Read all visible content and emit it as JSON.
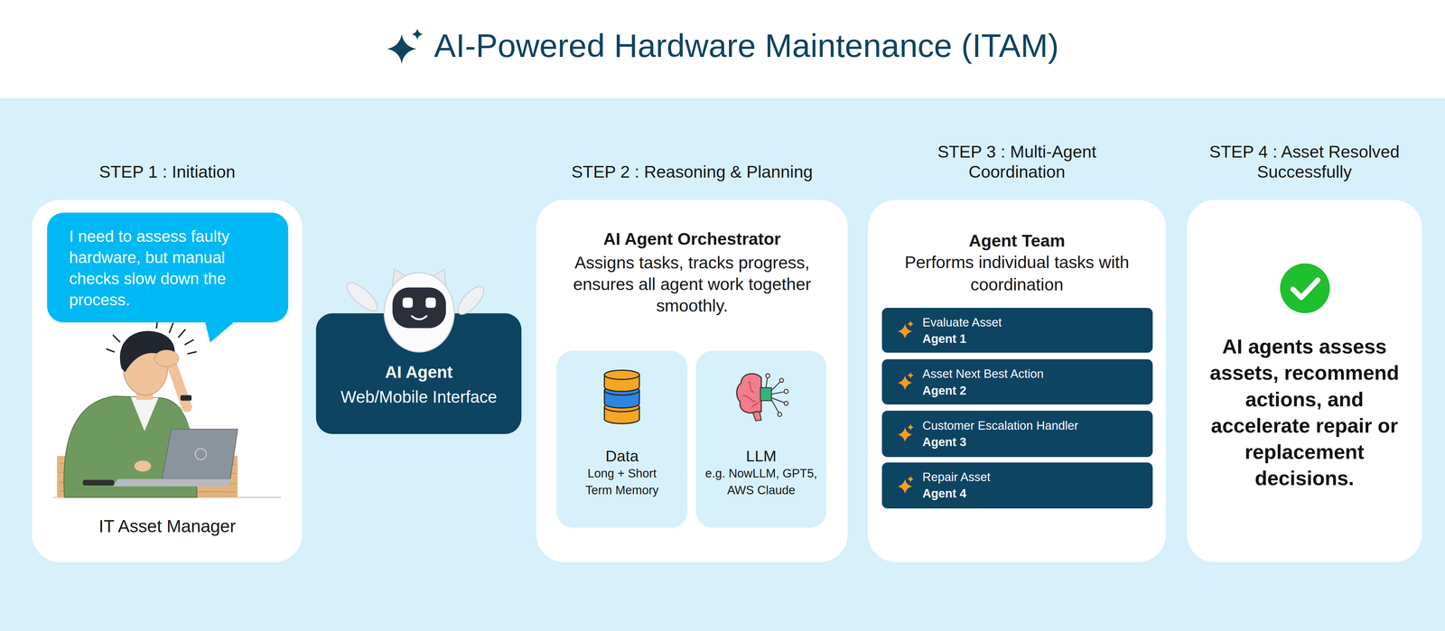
{
  "diagram": {
    "title": "AI-Powered Hardware Maintenance (ITAM)",
    "nodes": [
      {
        "text": [
          "STEP 1 : Initiation",
          "IT Asset Manager"
        ]
      },
      {
        "text": [
          "I need to assess faulty hardware, but manual checks slow down the process."
        ],
        "in": 0
      },
      {
        "text": [
          "AI Agent",
          "Web/Mobile Interface"
        ]
      },
      {
        "text": [
          "STEP 2 : Reasoning & Planning",
          "AI Agent Orchestrator",
          "Assigns tasks, tracks progress, ensures all agent work together smoothly."
        ]
      },
      {
        "text": [
          "Data",
          "Long + Short Term Memory"
        ],
        "in": 3
      },
      {
        "text": [
          "LLM",
          "e.g. NowLLM, GPT5, AWS Claude"
        ],
        "in": 3
      },
      {
        "text": [
          "STEP 3 : Multi-Agent Coordination",
          "Agent Team",
          "Performs individual tasks with coordination"
        ]
      },
      {
        "text": [
          "Evaluate Asset",
          "Agent 1"
        ],
        "in": 6
      },
      {
        "text": [
          "Asset Next Best Action",
          "Agent 2"
        ],
        "in": 6
      },
      {
        "text": [
          "Customer Escalation Handler",
          "Agent 3"
        ],
        "in": 6
      },
      {
        "text": [
          "Repair Asset",
          "Agent 4"
        ],
        "in": 6
      },
      {
        "text": [
          "STEP 4 : Asset Resolved Successfully",
          "AI agents assess assets, recommend actions, and accelerate repair or replacement decisions."
        ]
      }
    ]
  }
}
